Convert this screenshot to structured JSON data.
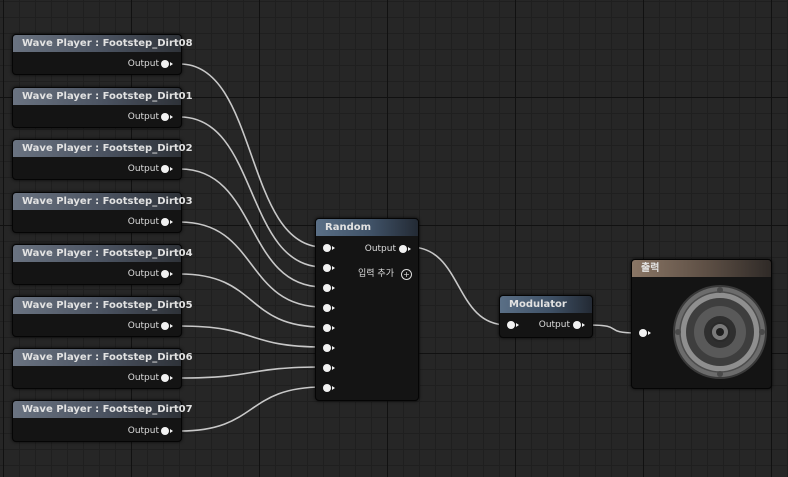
{
  "wave_players": [
    {
      "title": "Wave Player : Footstep_Dirt08",
      "output": "Output"
    },
    {
      "title": "Wave Player : Footstep_Dirt01",
      "output": "Output"
    },
    {
      "title": "Wave Player : Footstep_Dirt02",
      "output": "Output"
    },
    {
      "title": "Wave Player : Footstep_Dirt03",
      "output": "Output"
    },
    {
      "title": "Wave Player : Footstep_Dirt04",
      "output": "Output"
    },
    {
      "title": "Wave Player : Footstep_Dirt05",
      "output": "Output"
    },
    {
      "title": "Wave Player : Footstep_Dirt06",
      "output": "Output"
    },
    {
      "title": "Wave Player : Footstep_Dirt07",
      "output": "Output"
    }
  ],
  "random": {
    "title": "Random",
    "output": "Output",
    "add_input": "입력 추가"
  },
  "modulator": {
    "title": "Modulator",
    "output": "Output"
  },
  "output_node": {
    "title": "출력"
  },
  "icons": {
    "add_input": "add-circle-icon",
    "speaker": "speaker-icon"
  },
  "colors": {
    "wire": "#c8c8c8",
    "pin": "#f2f2f2",
    "background": "#262626"
  }
}
